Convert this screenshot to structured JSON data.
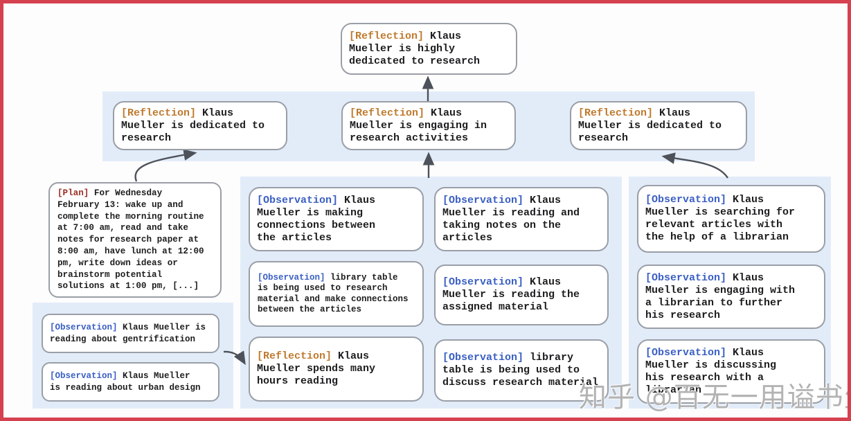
{
  "diagram": {
    "description": "memory / reflection tree of agent Klaus Mueller",
    "colors": {
      "frame_red": "#d5414e",
      "panel_blue": "#e2ecf9",
      "node_border": "#9a9ea6",
      "reflection_tag": "#bf7a2e",
      "observation_tag": "#3a5fc4",
      "plan_tag": "#9c2f24",
      "arrow": "#4d525a"
    },
    "nodes": {
      "top": {
        "tag": "[Reflection]",
        "text": " Klaus\nMueller is highly\ndedicated to research"
      },
      "r1": {
        "tag": "[Reflection]",
        "text": " Klaus\nMueller is dedicated to\nresearch"
      },
      "r2": {
        "tag": "[Reflection]",
        "text": " Klaus\nMueller is engaging in\nresearch activities"
      },
      "r3": {
        "tag": "[Reflection]",
        "text": " Klaus\nMueller is dedicated to\nresearch"
      },
      "plan": {
        "tag": "[Plan]",
        "text": " For Wednesday\nFebruary 13: wake up and\ncomplete the morning routine\nat 7:00 am, read and take\nnotes for research paper at\n8:00 am, have lunch at 12:00\npm, write down ideas or\nbrainstorm potential\nsolutions at 1:00 pm, [...]"
      },
      "lo1": {
        "tag": "[Observation]",
        "text": " Klaus Mueller is\nreading about gentrification"
      },
      "lo2": {
        "tag": "[Observation]",
        "text": " Klaus Mueller\nis reading about urban design"
      },
      "ma1": {
        "tag": "[Observation]",
        "text": " Klaus\nMueller is making\nconnections between\nthe articles"
      },
      "ma2": {
        "tag": "[Observation]",
        "text": " library table\nis being used to research\nmaterial and make connections\nbetween the articles"
      },
      "ma3": {
        "tag": "[Reflection]",
        "text": " Klaus\nMueller spends many\nhours reading"
      },
      "mb1": {
        "tag": "[Observation]",
        "text": " Klaus\nMueller is reading and\ntaking notes on the\narticles"
      },
      "mb2": {
        "tag": "[Observation]",
        "text": " Klaus\nMueller is reading the\nassigned material"
      },
      "mb3": {
        "tag": "[Observation]",
        "text": " library\ntable is being used to\ndiscuss research material"
      },
      "rb1": {
        "tag": "[Observation]",
        "text": " Klaus\nMueller is searching for\nrelevant articles with\nthe help of a librarian"
      },
      "rb2": {
        "tag": "[Observation]",
        "text": " Klaus\nMueller is engaging with\na librarian to further\nhis research"
      },
      "rb3": {
        "tag": "[Observation]",
        "text": " Klaus\nMueller is discussing\nhis research with a\nlibrarian"
      }
    },
    "watermark": "知乎 @百无一用谥书生"
  }
}
